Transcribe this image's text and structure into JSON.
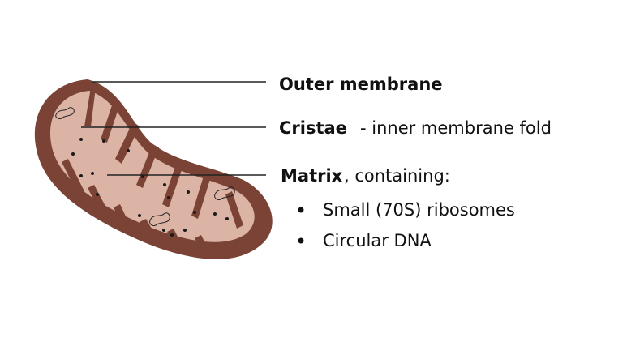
{
  "labels": {
    "outer_membrane": "Outer membrane",
    "cristae": "Cristae",
    "cristae_desc": "- inner membrane fold",
    "matrix": "Matrix",
    "matrix_desc": ", containing:",
    "bullets": [
      "Small (70S) ribosomes",
      "Circular DNA"
    ]
  },
  "colors": {
    "outer": "#7a4336",
    "inner": "#dbb4a6",
    "ink": "#111111"
  }
}
